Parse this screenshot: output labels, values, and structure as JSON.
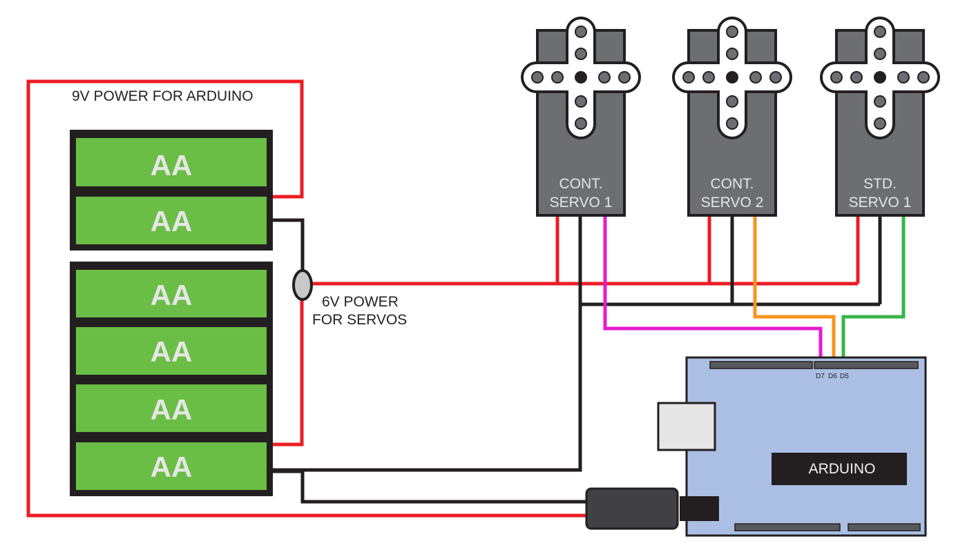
{
  "labels": {
    "power_9v": "9V POWER FOR ARDUINO",
    "power_6v_line1": "6V POWER",
    "power_6v_line2": "FOR SERVOS",
    "arduino": "ARDUINO",
    "pins": [
      "D7",
      "D6",
      "D5"
    ]
  },
  "batteries": [
    {
      "label": "AA"
    },
    {
      "label": "AA"
    },
    {
      "label": "AA"
    },
    {
      "label": "AA"
    },
    {
      "label": "AA"
    },
    {
      "label": "AA"
    }
  ],
  "servos": [
    {
      "line1": "CONT.",
      "line2": "SERVO 1"
    },
    {
      "line1": "CONT.",
      "line2": "SERVO 2"
    },
    {
      "line1": "STD.",
      "line2": "SERVO 1"
    }
  ],
  "colors": {
    "red_wire": "#ed1c24",
    "black_wire": "#231f20",
    "magenta_wire": "#e51ccf",
    "orange_wire": "#f7941d",
    "green_wire": "#39b54a",
    "battery_green": "#6abd45",
    "battery_case": "#231f20",
    "servo_body": "#6d6e71",
    "arduino_board": "#aabfe3",
    "arduino_label_bg": "#231f20"
  }
}
